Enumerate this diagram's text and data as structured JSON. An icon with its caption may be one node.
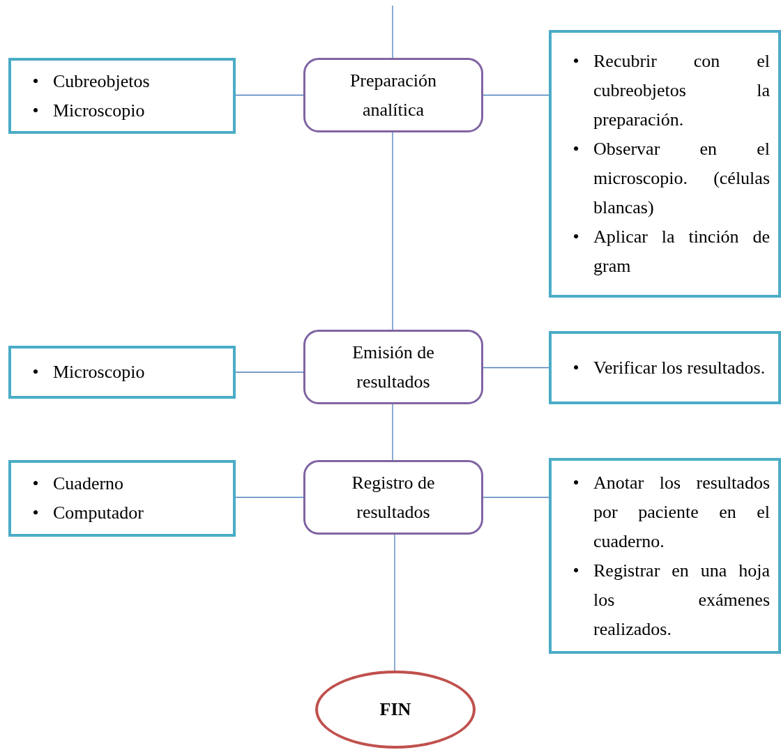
{
  "diagram": {
    "nodes": [
      {
        "text": [
          "•",
          "Cubreobjetos",
          "•",
          "Microscopio"
        ]
      },
      {
        "text": [
          "Preparación analítica"
        ]
      },
      {
        "text": [
          "•",
          "Recubrir con el cubreobjetos la preparación.",
          "•",
          "Observar en el microscopio. (células blancas)",
          "•",
          "Aplicar la tinción de gram"
        ]
      },
      {
        "text": [
          "•",
          "Microscopio"
        ]
      },
      {
        "text": [
          "Emisión de resultados"
        ]
      },
      {
        "text": [
          "•",
          "Verificar los resultados."
        ]
      },
      {
        "text": [
          "•",
          "Cuaderno",
          "•",
          "Computador"
        ]
      },
      {
        "text": [
          "Registro de resultados"
        ]
      },
      {
        "text": [
          "•",
          "Anotar los resultados por paciente en el cuaderno.",
          "•",
          "Registrar en una hoja los exámenes realizados."
        ]
      },
      {
        "text": [
          "FIN"
        ]
      }
    ],
    "edges": [
      {
        "from": null,
        "to": 1,
        "arrow": "none"
      },
      {
        "from": 0,
        "to": 1,
        "arrow": "none"
      },
      {
        "from": 1,
        "to": 2,
        "arrow": "none"
      },
      {
        "from": 1,
        "to": 4,
        "arrow": "none"
      },
      {
        "from": 3,
        "to": 4,
        "arrow": "none"
      },
      {
        "from": 4,
        "to": 5,
        "arrow": "none"
      },
      {
        "from": 4,
        "to": 7,
        "arrow": "none"
      },
      {
        "from": 6,
        "to": 7,
        "arrow": "none"
      },
      {
        "from": 7,
        "to": 8,
        "arrow": "none"
      },
      {
        "from": 7,
        "to": 9,
        "arrow": "none"
      }
    ]
  }
}
